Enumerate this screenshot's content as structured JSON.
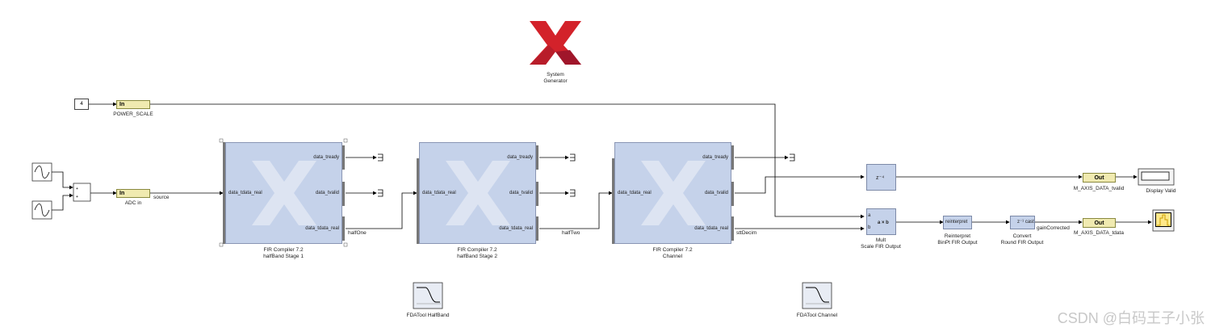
{
  "logo": {
    "line1": "System",
    "line2": "Generator"
  },
  "power": {
    "const_value": "4",
    "in_label": "In",
    "name": "POWER_SCALE"
  },
  "adc": {
    "in_label": "In",
    "name": "ADC in",
    "signal": "source"
  },
  "fir_ports": {
    "in": "data_tdata_real",
    "ready": "data_tready",
    "valid": "data_tvalid",
    "out": "data_tdata_real"
  },
  "fir1": {
    "title": "FIR Compiler 7.2",
    "name": "halfBand Stage 1",
    "signal": "halfOne"
  },
  "fir2": {
    "title": "FIR Compiler 7.2",
    "name": "halfBand Stage 2",
    "signal": "halfTwo"
  },
  "fir3": {
    "title": "FIR Compiler 7.2",
    "name": "Channel",
    "signal": "sttDecim"
  },
  "delay": {
    "text": "z⁻⁴"
  },
  "mult": {
    "a": "a",
    "b": "b",
    "op": "a × b",
    "name1": "Mult",
    "name2": "Scale FIR Output"
  },
  "reinterpret": {
    "text": "reinterpret",
    "name1": "Reinterpret",
    "name2": "BinPt FIR Output"
  },
  "convert": {
    "name1": "Convert",
    "name2": "Round FIR Output",
    "signal": "gainCorrected"
  },
  "out_valid": {
    "label": "Out",
    "name": "M_AXIS_DATA_tvalid"
  },
  "out_data": {
    "label": "Out",
    "name": "M_AXIS_DATA_tdata"
  },
  "display": {
    "name": "Display Valid"
  },
  "fda1": {
    "name": "FDATool HalfBand"
  },
  "fda2": {
    "name": "FDATool Channel"
  },
  "watermark": "CSDN @白码王子小张"
}
